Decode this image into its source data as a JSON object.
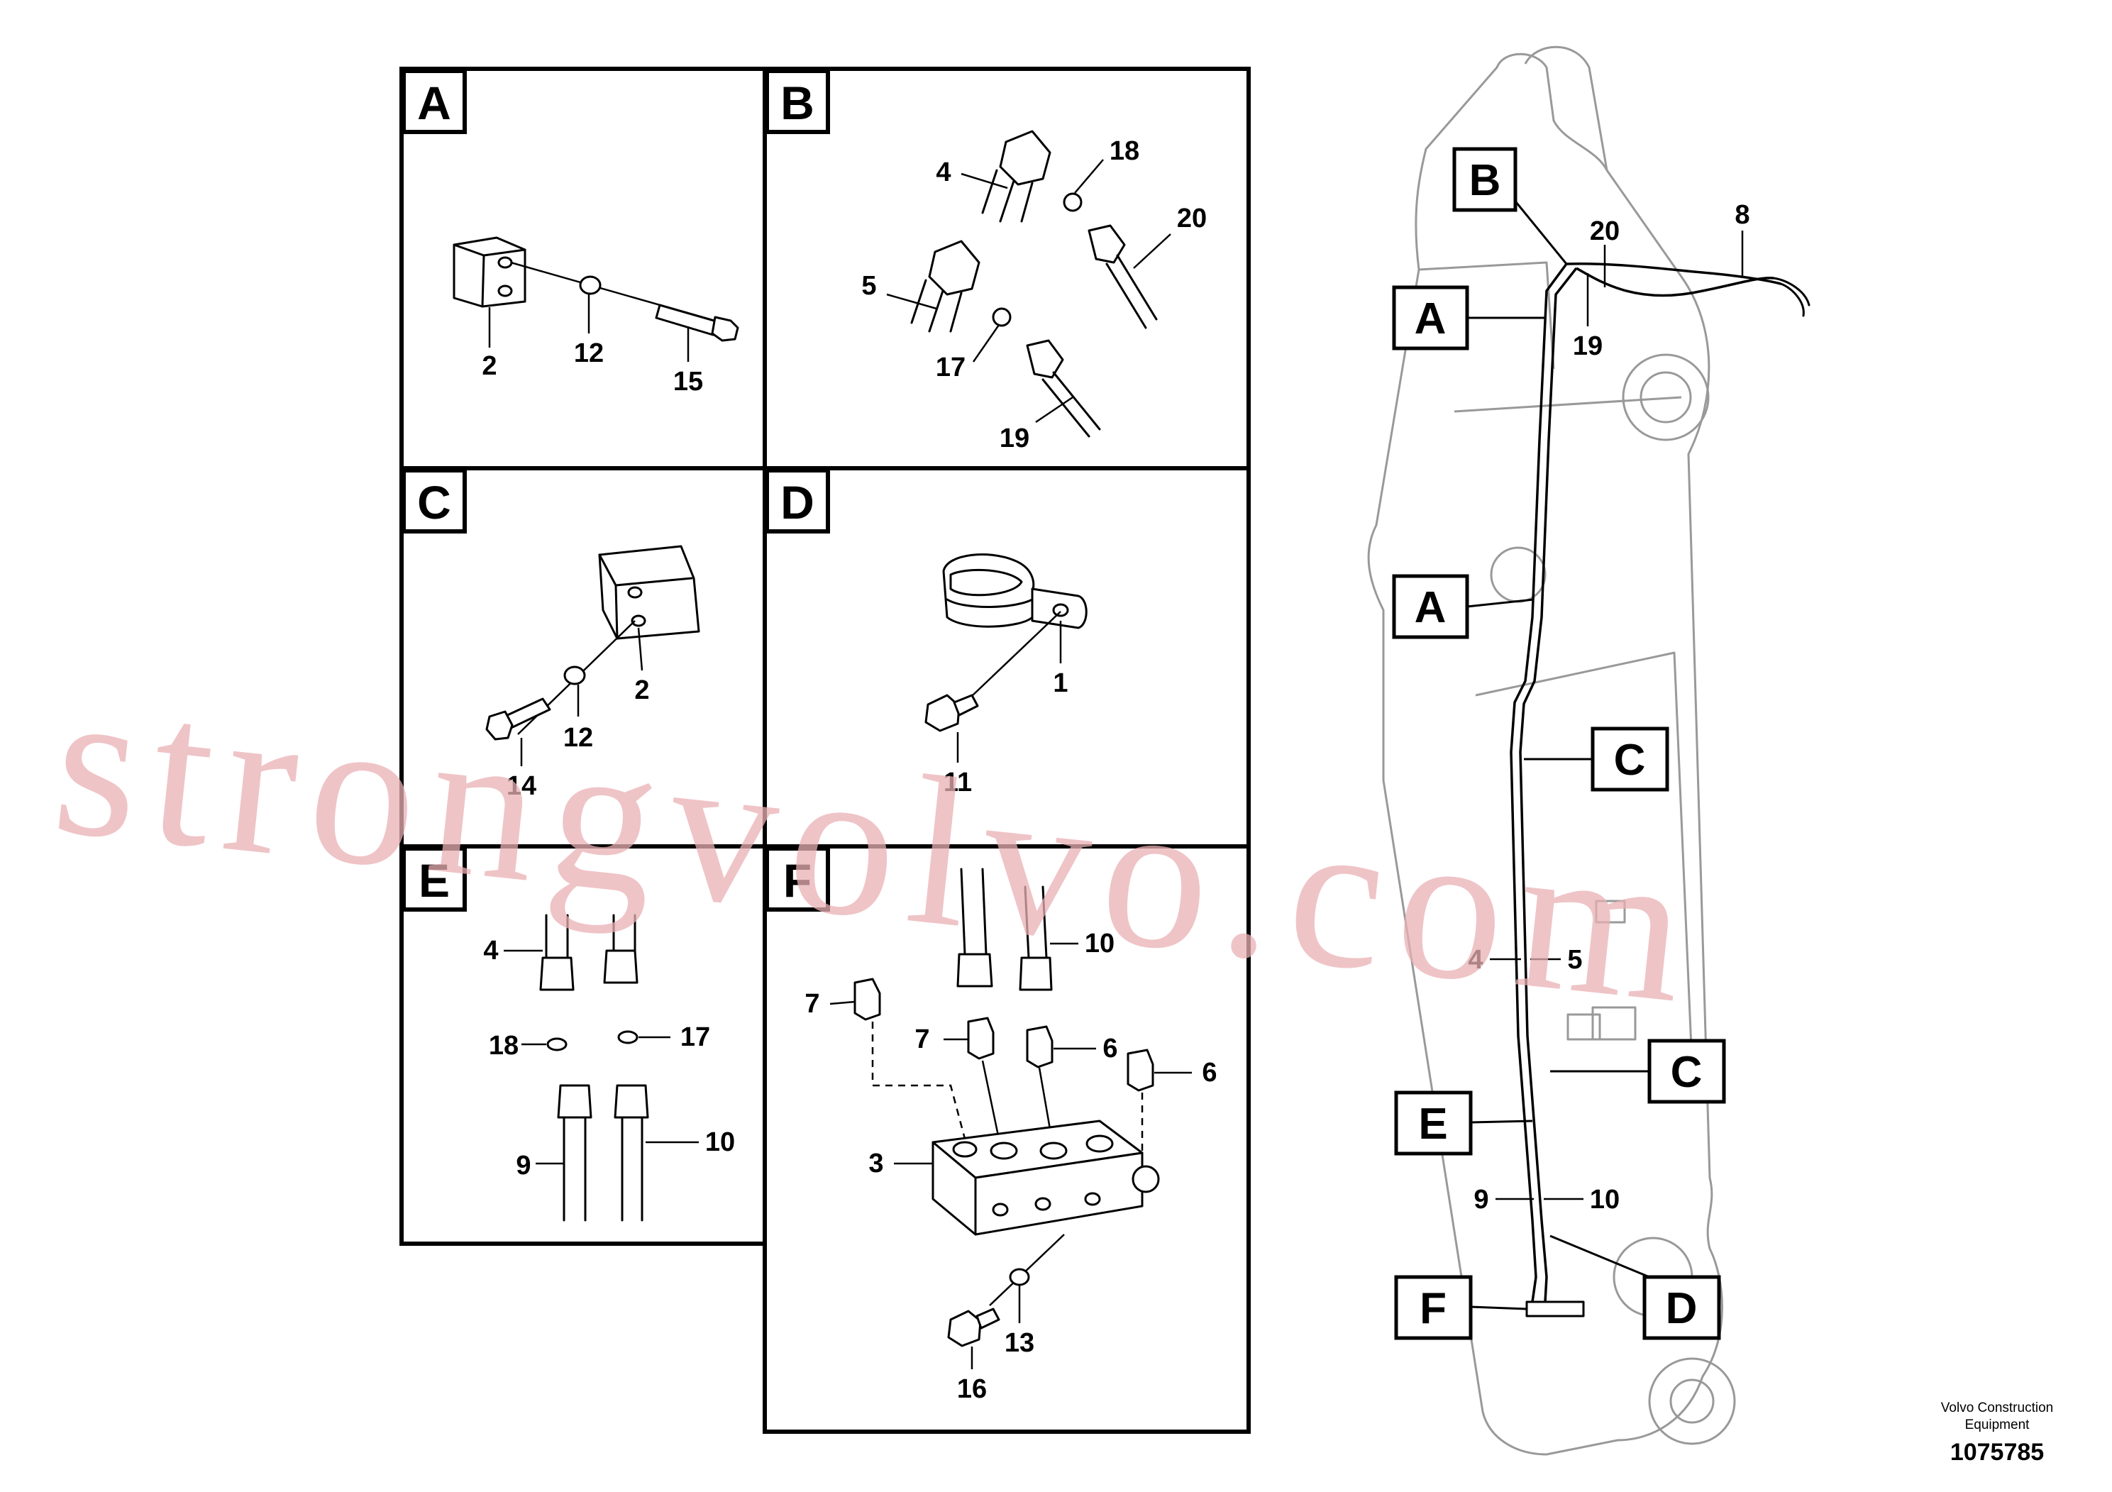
{
  "panels": {
    "A": {
      "letter": "A",
      "callouts": [
        "2",
        "12",
        "15"
      ]
    },
    "B": {
      "letter": "B",
      "callouts": [
        "4",
        "18",
        "20",
        "5",
        "17",
        "19"
      ]
    },
    "C": {
      "letter": "C",
      "callouts": [
        "2",
        "12",
        "14"
      ]
    },
    "D": {
      "letter": "D",
      "callouts": [
        "1",
        "11"
      ]
    },
    "E": {
      "letter": "E",
      "callouts": [
        "4",
        "18",
        "17",
        "9",
        "10"
      ]
    },
    "F": {
      "letter": "F",
      "callouts": [
        "10",
        "7",
        "7",
        "6",
        "6",
        "3",
        "13",
        "16"
      ]
    }
  },
  "boom_view": {
    "pointers": [
      "B",
      "A",
      "A",
      "C",
      "C",
      "E",
      "D",
      "F"
    ],
    "callouts": [
      "8",
      "20",
      "19",
      "4",
      "5",
      "9",
      "10"
    ]
  },
  "reference": {
    "maker_line1": "Volvo Construction",
    "maker_line2": "Equipment",
    "number": "1075785"
  },
  "watermark": "strongvolvo.com"
}
